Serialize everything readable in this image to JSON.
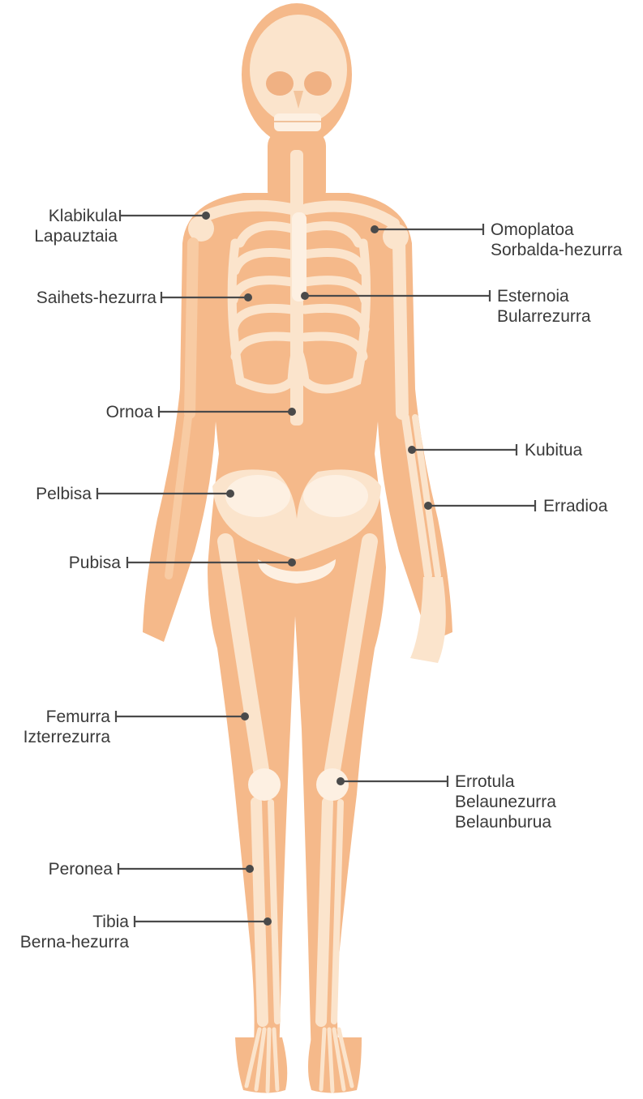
{
  "colors": {
    "body": "#f5b98a",
    "skin_light": "#f8cba3",
    "bone": "#fbe4cc",
    "bone_light": "#fdf0e2",
    "pointer": "#4a4a4a",
    "text": "#3a3a3a"
  },
  "labels": {
    "klabikula": {
      "lines": [
        "Klabikula",
        "Lapauztaia"
      ]
    },
    "omoplatoa": {
      "lines": [
        "Omoplatoa",
        "Sorbalda-hezurra"
      ]
    },
    "saihets": {
      "lines": [
        "Saihets-hezurra"
      ]
    },
    "esternoia": {
      "lines": [
        "Esternoia",
        "Bularrezurra"
      ]
    },
    "ornoa": {
      "lines": [
        "Ornoa"
      ]
    },
    "kubitua": {
      "lines": [
        "Kubitua"
      ]
    },
    "pelbisa": {
      "lines": [
        "Pelbisa"
      ]
    },
    "erradioa": {
      "lines": [
        "Erradioa"
      ]
    },
    "pubisa": {
      "lines": [
        "Pubisa"
      ]
    },
    "femurra": {
      "lines": [
        "Femurra",
        "Izterrezurra"
      ]
    },
    "errotula": {
      "lines": [
        "Errotula",
        "Belaunezurra",
        "Belaunburua"
      ]
    },
    "peronea": {
      "lines": [
        "Peronea"
      ]
    },
    "tibia": {
      "lines": [
        "Tibia",
        "Berna-hezurra"
      ]
    }
  }
}
